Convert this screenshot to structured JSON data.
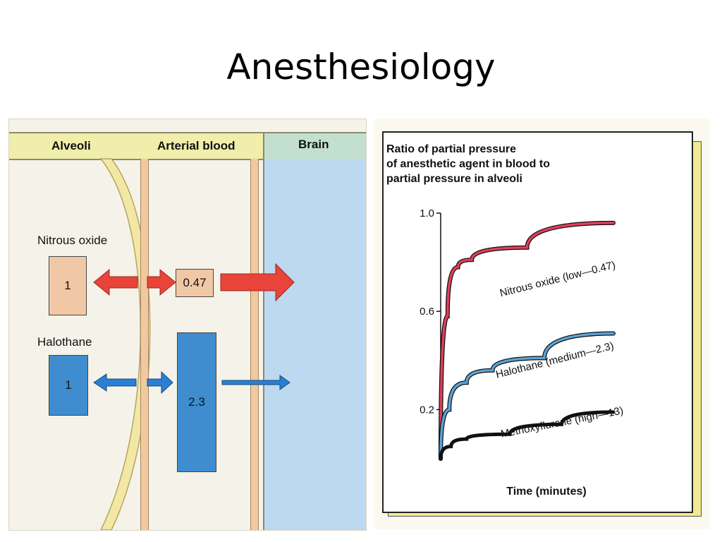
{
  "slide": {
    "title": "Anesthesiology"
  },
  "diagram": {
    "columns": {
      "alveoli": "Alveoli",
      "arterial_blood": "Arterial blood",
      "brain": "Brain"
    },
    "agents": [
      {
        "name": "Nitrous oxide",
        "alveoli_value": "1",
        "blood_value": "0.47",
        "color": "#e8443a",
        "box_color": "#f1c8a6"
      },
      {
        "name": "Halothane",
        "alveoli_value": "1",
        "blood_value": "2.3",
        "color": "#2a7fd4",
        "box_color": "#3f8dcf"
      }
    ]
  },
  "chart_data": {
    "type": "line",
    "title_lines": [
      "Ratio of partial pressure",
      "of anesthetic agent in blood to",
      "partial pressure in alveoli"
    ],
    "xlabel": "Time (minutes)",
    "ylabel": "",
    "ylim": [
      0,
      1.0
    ],
    "y_ticks": [
      {
        "value": 1.0,
        "label": "1.0"
      },
      {
        "value": 0.6,
        "label": "0.6"
      },
      {
        "value": 0.2,
        "label": "0.2"
      }
    ],
    "xlim": [
      0,
      1
    ],
    "grid": false,
    "series": [
      {
        "name": "Nitrous oxide (low—0.47)",
        "color": "#e0405a",
        "points": [
          [
            0,
            0
          ],
          [
            0.04,
            0.58
          ],
          [
            0.1,
            0.78
          ],
          [
            0.18,
            0.81
          ],
          [
            0.5,
            0.86
          ],
          [
            1.0,
            0.96
          ]
        ]
      },
      {
        "name": "Halothane (medium—2.3)",
        "color": "#5aa4d8",
        "points": [
          [
            0,
            0
          ],
          [
            0.05,
            0.2
          ],
          [
            0.15,
            0.31
          ],
          [
            0.3,
            0.36
          ],
          [
            0.6,
            0.41
          ],
          [
            1.0,
            0.51
          ]
        ]
      },
      {
        "name": "Methoxyflurane (high—13)",
        "color": "#111111",
        "points": [
          [
            0,
            0
          ],
          [
            0.06,
            0.05
          ],
          [
            0.15,
            0.08
          ],
          [
            0.4,
            0.1
          ],
          [
            0.7,
            0.14
          ],
          [
            1.0,
            0.19
          ]
        ]
      }
    ]
  }
}
